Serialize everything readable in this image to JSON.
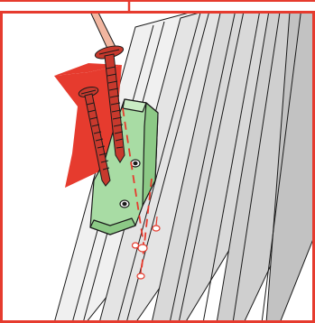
{
  "figure": {
    "kind": "assembly-instruction",
    "step": "screw-fastening",
    "frame_color": "#e63b2e",
    "arrow_color": "#e63b2e",
    "bracket_color": "#a8dca4",
    "screw_color": "#c8392d",
    "screwdriver_color": "#f2b6a0",
    "rail_color": "#e6e6e6",
    "line_color": "#1a1a1a",
    "screw_count": 2,
    "hole_count": 4
  }
}
